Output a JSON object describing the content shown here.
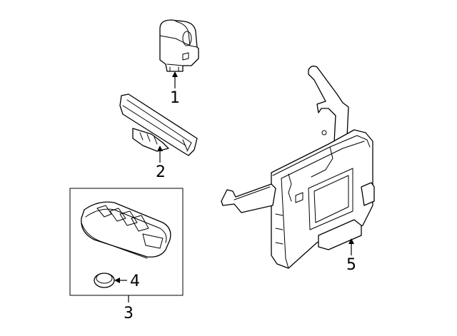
{
  "callouts": {
    "one": "1",
    "two": "2",
    "three": "3",
    "four": "4",
    "five": "5"
  },
  "colors": {
    "line": "#000000",
    "background": "#ffffff"
  }
}
